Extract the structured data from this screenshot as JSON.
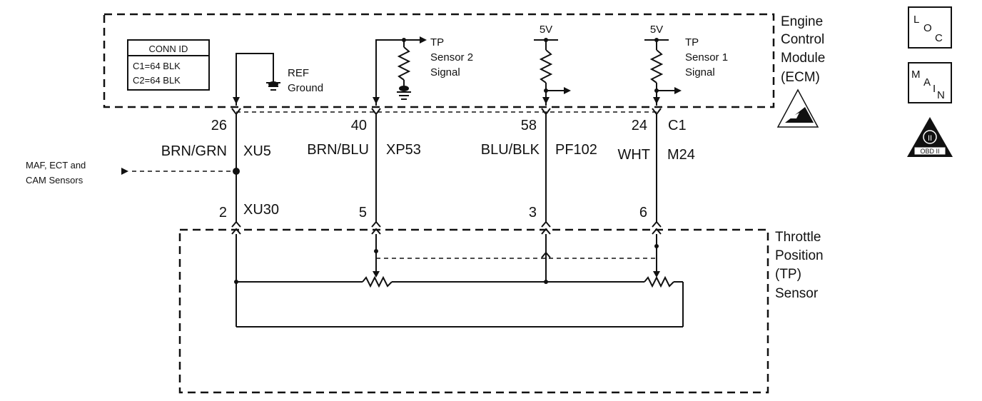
{
  "ecm": {
    "title_lines": [
      "Engine",
      "Control",
      "Module",
      "(ECM)"
    ],
    "conn_id": {
      "title": "CONN ID",
      "rows": [
        "C1=64 BLK",
        "C2=64 BLK"
      ]
    },
    "ref_ground": [
      "REF",
      "Ground"
    ],
    "tp2_signal": [
      "TP",
      "Sensor 2",
      "Signal"
    ],
    "tp1_signal": [
      "TP",
      "Sensor 1",
      "Signal"
    ],
    "supply_a": "5V",
    "supply_b": "5V"
  },
  "connector_c1": "C1",
  "wires": [
    {
      "ecm_pin": "26",
      "color": "BRN/GRN",
      "circuit": "XU5",
      "sensor_pin": "2",
      "sensor_circuit": "XU30"
    },
    {
      "ecm_pin": "40",
      "color": "BRN/BLU",
      "circuit": "XP53",
      "sensor_pin": "5",
      "sensor_circuit": ""
    },
    {
      "ecm_pin": "58",
      "color": "BLU/BLK",
      "circuit": "PF102",
      "sensor_pin": "3",
      "sensor_circuit": ""
    },
    {
      "ecm_pin": "24",
      "color": "WHT",
      "circuit": "M24",
      "sensor_pin": "6",
      "sensor_circuit": ""
    }
  ],
  "other_sensors": [
    "MAF, ECT and",
    "CAM Sensors"
  ],
  "tp_sensor": {
    "title_lines": [
      "Throttle",
      "Position",
      "(TP)",
      "Sensor"
    ]
  },
  "icons": [
    {
      "name": "loc-icon",
      "letters": [
        "L",
        "O",
        "C"
      ]
    },
    {
      "name": "main-icon",
      "letters": [
        "M",
        "A",
        "I",
        "N"
      ]
    },
    {
      "name": "obd-ii-icon",
      "letters": [
        "II",
        "OBD II"
      ]
    }
  ]
}
